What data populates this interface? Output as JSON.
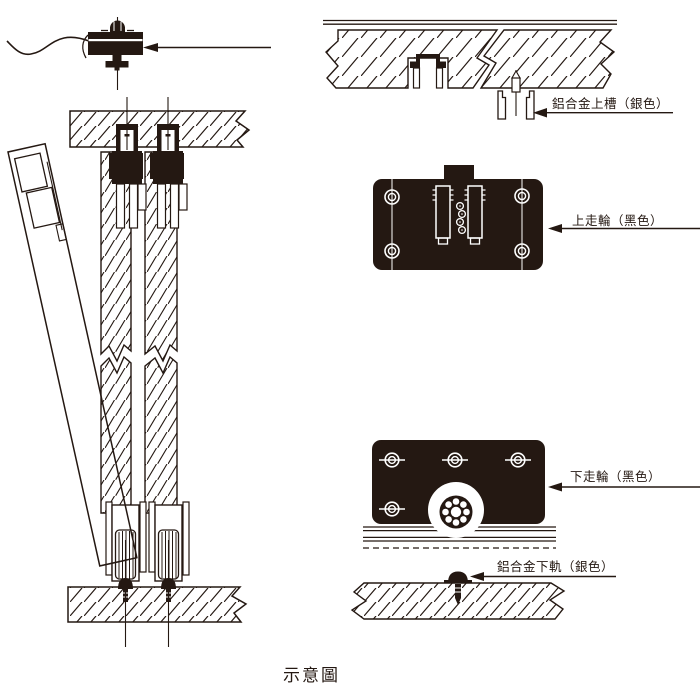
{
  "diagram": {
    "caption": "示意圖",
    "ink_color": "#241812",
    "callouts": {
      "top_channel": "鋁合金上槽（銀色）",
      "top_roller": "上走輪（黑色）",
      "bottom_roller": "下走輪（黑色）",
      "bottom_rail": "鋁合金下軌（銀色）"
    }
  }
}
